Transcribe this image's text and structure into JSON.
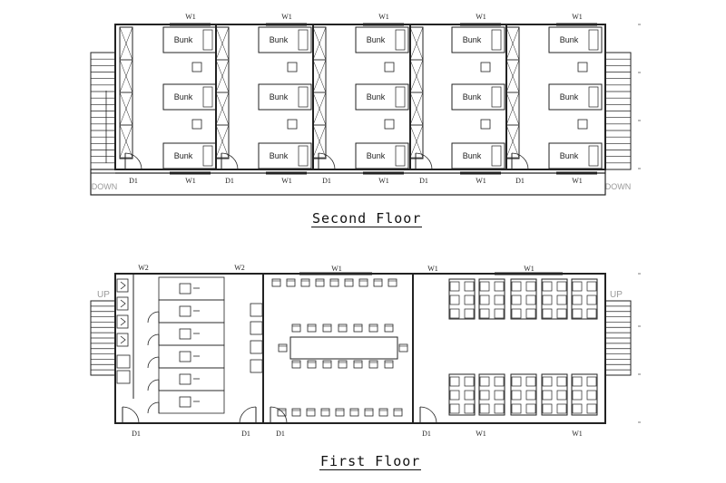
{
  "floors": {
    "second": {
      "title": "Second Floor",
      "room_label": "Bunk",
      "stair_label": "DOWN"
    },
    "first": {
      "title": "First Floor",
      "stair_label": "UP"
    }
  },
  "tags": {
    "window_1": "W1",
    "window_2": "W2",
    "door_1": "D1"
  }
}
